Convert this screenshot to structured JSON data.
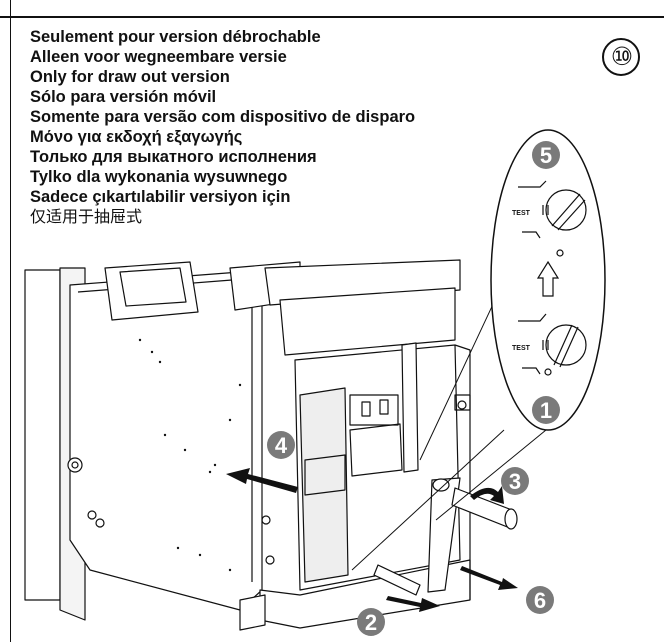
{
  "captions": [
    "Seulement pour version débrochable",
    "Alleen voor wegneembare versie",
    "Only for draw out version",
    "Sólo para versión móvil",
    "Somente para versão com dispositivo de disparo",
    "Μόνο για εκδοχή εξαγωγής",
    "Только для выкатного исполнения",
    "Tylko dla wykonania wysuwnego",
    "Sadece çıkartılabilir versiyon için",
    "仅适用于抽屉式"
  ],
  "step_number": "⑩",
  "callouts": {
    "c1": "1",
    "c2": "2",
    "c3": "3",
    "c4": "4",
    "c5": "5",
    "c6": "6"
  },
  "switch_labels": {
    "test_top": "TEST",
    "test_bottom": "TEST"
  }
}
